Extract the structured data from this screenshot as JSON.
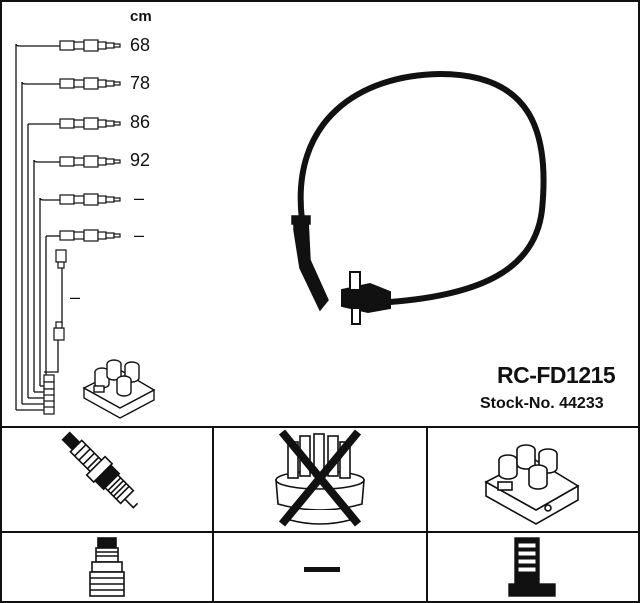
{
  "header": {
    "unit_label": "cm"
  },
  "leads": [
    {
      "label": "68"
    },
    {
      "label": "78"
    },
    {
      "label": "86"
    },
    {
      "label": "92"
    },
    {
      "label": "–"
    },
    {
      "label": "–"
    },
    {
      "label": "–"
    }
  ],
  "product": {
    "code": "RC-FD1215",
    "stock_prefix": "Stock-No.",
    "stock_number": "44233"
  },
  "parts_grid": {
    "cells": [
      {
        "icon": "spark-plug-icon"
      },
      {
        "icon": "distributor-cap-icon",
        "crossed_out": true
      },
      {
        "icon": "ignition-coil-icon"
      },
      {
        "icon": "plug-boot-icon"
      },
      {
        "icon": "dash-icon",
        "label": "—"
      },
      {
        "icon": "connector-boot-icon"
      }
    ]
  },
  "colors": {
    "ink": "#111111",
    "background": "#ffffff"
  }
}
